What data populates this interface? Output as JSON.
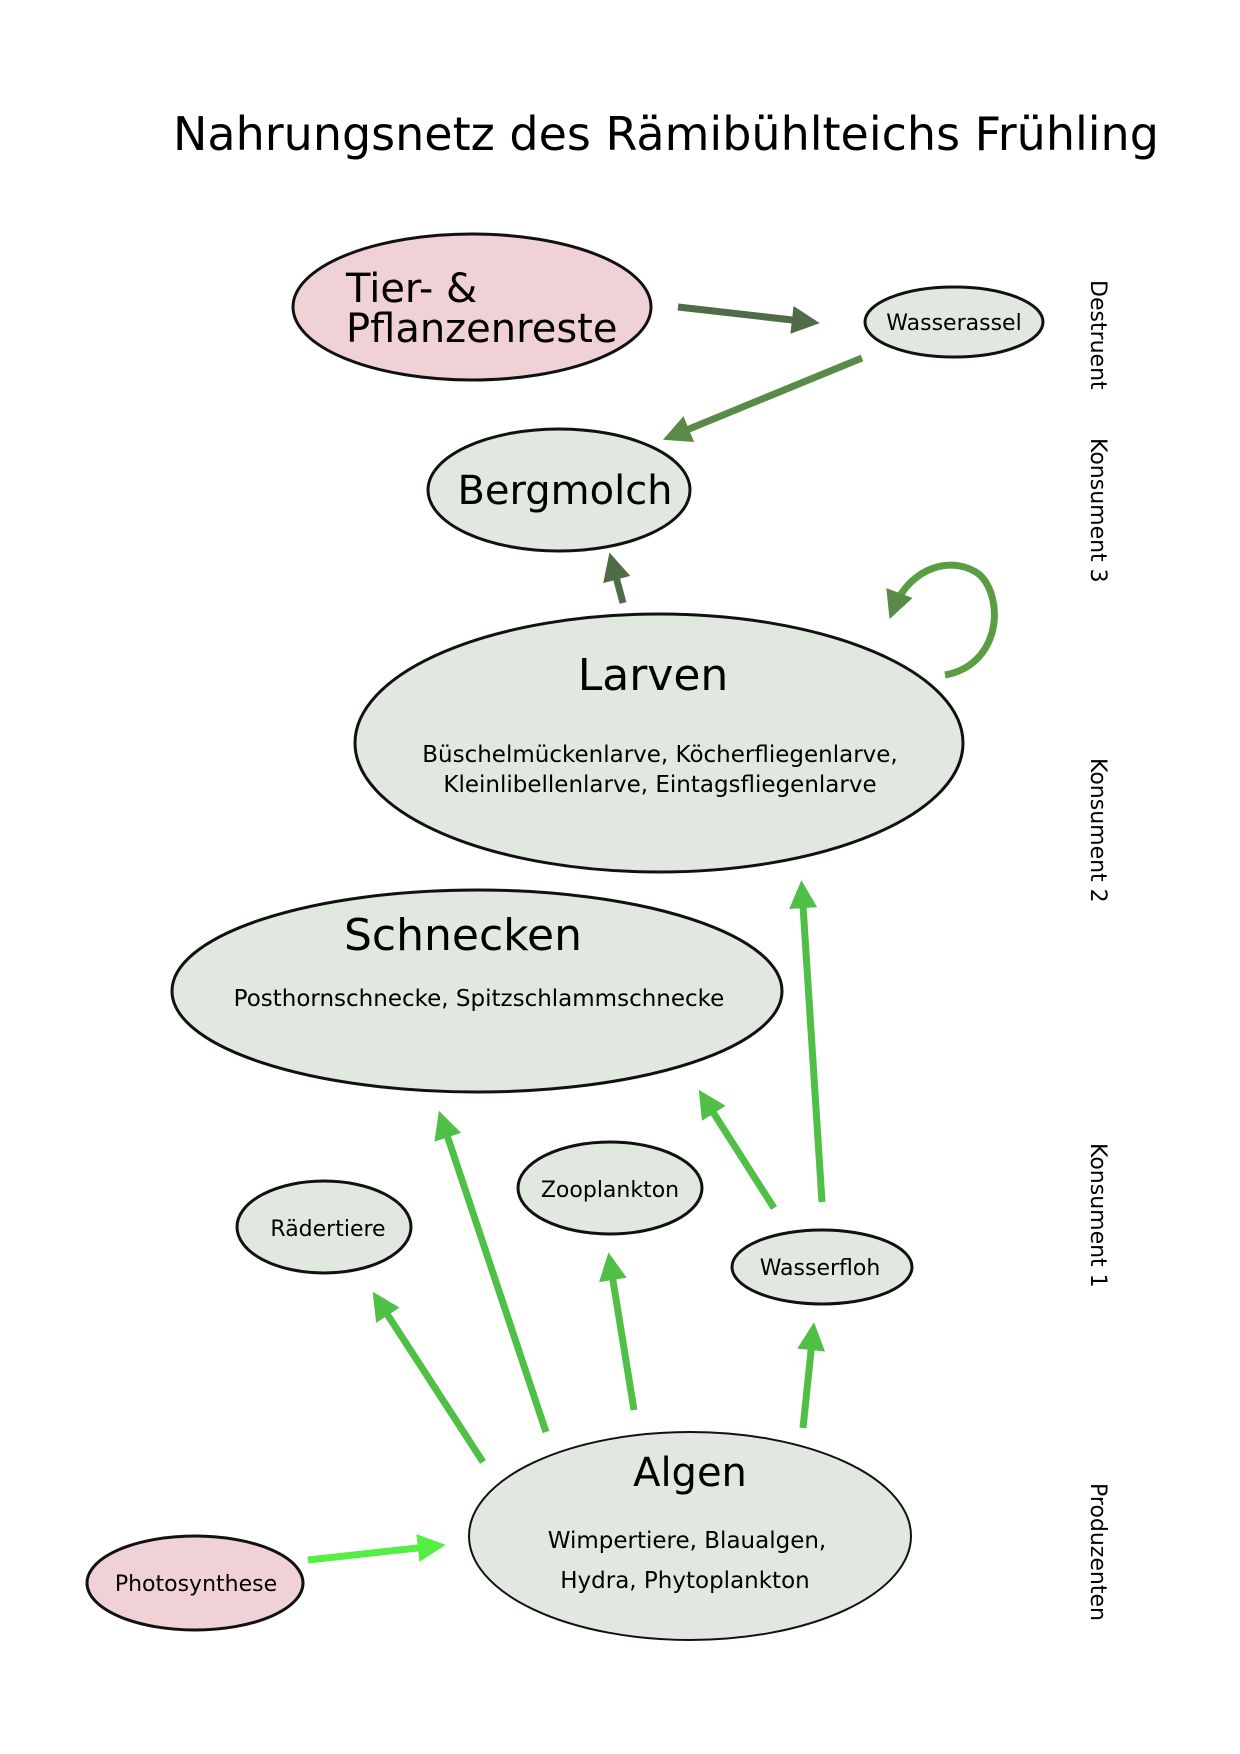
{
  "title": "Nahrungsnetz des Rämibühlteichs Frühling",
  "colors": {
    "node_fill_green": "#e0e8df",
    "node_fill_pink": "#f0d1d6",
    "node_stroke": "#111111",
    "arrow_dark": "#4f6b47",
    "arrow_mid": "#5a8a48",
    "arrow_green": "#4fbf45",
    "arrow_bright": "#55ee44"
  },
  "nodes": {
    "tier_pflanzenreste": {
      "line1": "Tier- &",
      "line2": "Pflanzenreste"
    },
    "wasserassel": {
      "label": "Wasserassel"
    },
    "bergmolch": {
      "label": "Bergmolch"
    },
    "larven": {
      "label": "Larven",
      "detail1": "Büschelmückenlarve, Köcherfliegenlarve,",
      "detail2": "Kleinlibellenlarve, Eintagsfliegenlarve"
    },
    "schnecken": {
      "label": "Schnecken",
      "detail1": "Posthornschnecke, Spitzschlammschnecke"
    },
    "raedertiere": {
      "label": "Rädertiere"
    },
    "zooplankton": {
      "label": "Zooplankton"
    },
    "wasserfloh": {
      "label": "Wasserfloh"
    },
    "algen": {
      "label": "Algen",
      "detail1": "Wimpertiere, Blaualgen,",
      "detail2": "Hydra, Phytoplankton"
    },
    "photosynthese": {
      "label": "Photosynthese"
    }
  },
  "levels": {
    "destruent": "Destruent",
    "konsument3": "Konsument 3",
    "konsument2": "Konsument 2",
    "konsument1": "Konsument 1",
    "produzenten": "Produzenten"
  }
}
